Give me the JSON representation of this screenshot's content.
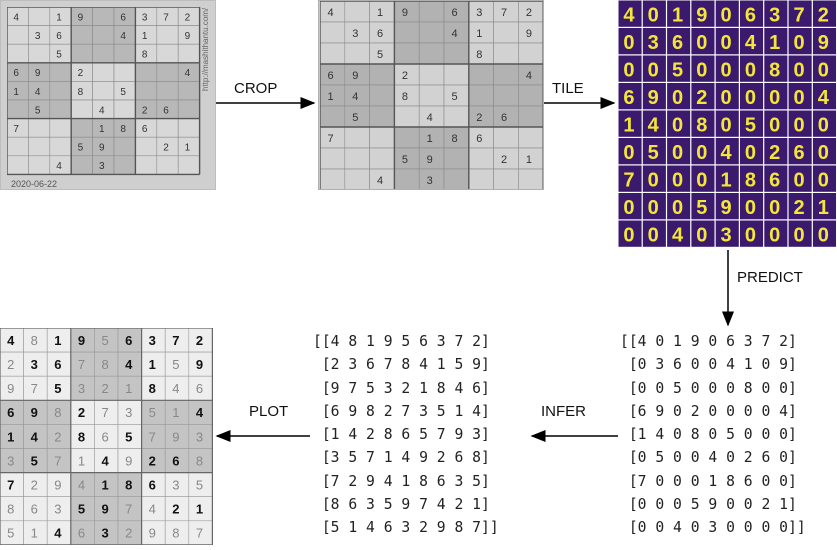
{
  "labels": {
    "crop": "CROP",
    "tile": "TILE",
    "predict": "PREDICT",
    "infer": "INFER",
    "plot": "PLOT"
  },
  "photo": {
    "date": "2020-06-22",
    "url": "http://mashithantu.com/"
  },
  "puzzle": [
    [
      4,
      0,
      1,
      9,
      0,
      6,
      3,
      7,
      2
    ],
    [
      0,
      3,
      6,
      0,
      0,
      4,
      1,
      0,
      9
    ],
    [
      0,
      0,
      5,
      0,
      0,
      0,
      8,
      0,
      0
    ],
    [
      6,
      9,
      0,
      2,
      0,
      0,
      0,
      0,
      4
    ],
    [
      1,
      4,
      0,
      8,
      0,
      5,
      0,
      0,
      0
    ],
    [
      0,
      5,
      0,
      0,
      4,
      0,
      2,
      6,
      0
    ],
    [
      7,
      0,
      0,
      0,
      1,
      8,
      6,
      0,
      0
    ],
    [
      0,
      0,
      0,
      5,
      9,
      0,
      0,
      2,
      1
    ],
    [
      0,
      0,
      4,
      0,
      3,
      0,
      0,
      0,
      0
    ]
  ],
  "solution": [
    [
      4,
      8,
      1,
      9,
      5,
      6,
      3,
      7,
      2
    ],
    [
      2,
      3,
      6,
      7,
      8,
      4,
      1,
      5,
      9
    ],
    [
      9,
      7,
      5,
      3,
      2,
      1,
      8,
      4,
      6
    ],
    [
      6,
      9,
      8,
      2,
      7,
      3,
      5,
      1,
      4
    ],
    [
      1,
      4,
      2,
      8,
      6,
      5,
      7,
      9,
      3
    ],
    [
      3,
      5,
      7,
      1,
      4,
      9,
      2,
      6,
      8
    ],
    [
      7,
      2,
      9,
      4,
      1,
      8,
      6,
      3,
      5
    ],
    [
      8,
      6,
      3,
      5,
      9,
      7,
      4,
      2,
      1
    ],
    [
      5,
      1,
      4,
      6,
      3,
      2,
      9,
      8,
      7
    ]
  ],
  "infer_text": "[[4 8 1 9 5 6 3 7 2]\n [2 3 6 7 8 4 1 5 9]\n [9 7 5 3 2 1 8 4 6]\n [6 9 8 2 7 3 5 1 4]\n [1 4 2 8 6 5 7 9 3]\n [3 5 7 1 4 9 2 6 8]\n [7 2 9 4 1 8 6 3 5]\n [8 6 3 5 9 7 4 2 1]\n [5 1 4 6 3 2 9 8 7]]",
  "predict_text": "[[4 0 1 9 0 6 3 7 2]\n [0 3 6 0 0 4 1 0 9]\n [0 0 5 0 0 0 8 0 0]\n [6 9 0 2 0 0 0 0 4]\n [1 4 0 8 0 5 0 0 0]\n [0 5 0 0 4 0 2 6 0]\n [7 0 0 0 1 8 6 0 0]\n [0 0 0 5 9 0 0 2 1]\n [0 0 4 0 3 0 0 0 0]]",
  "colors": {
    "tile_bg": "#3b1a6e",
    "tile_digit": "#f2e63a",
    "box_light": "#eeeeee",
    "box_dark": "#c4c4c4",
    "given_digit": "#111111",
    "solved_digit": "#888888"
  }
}
